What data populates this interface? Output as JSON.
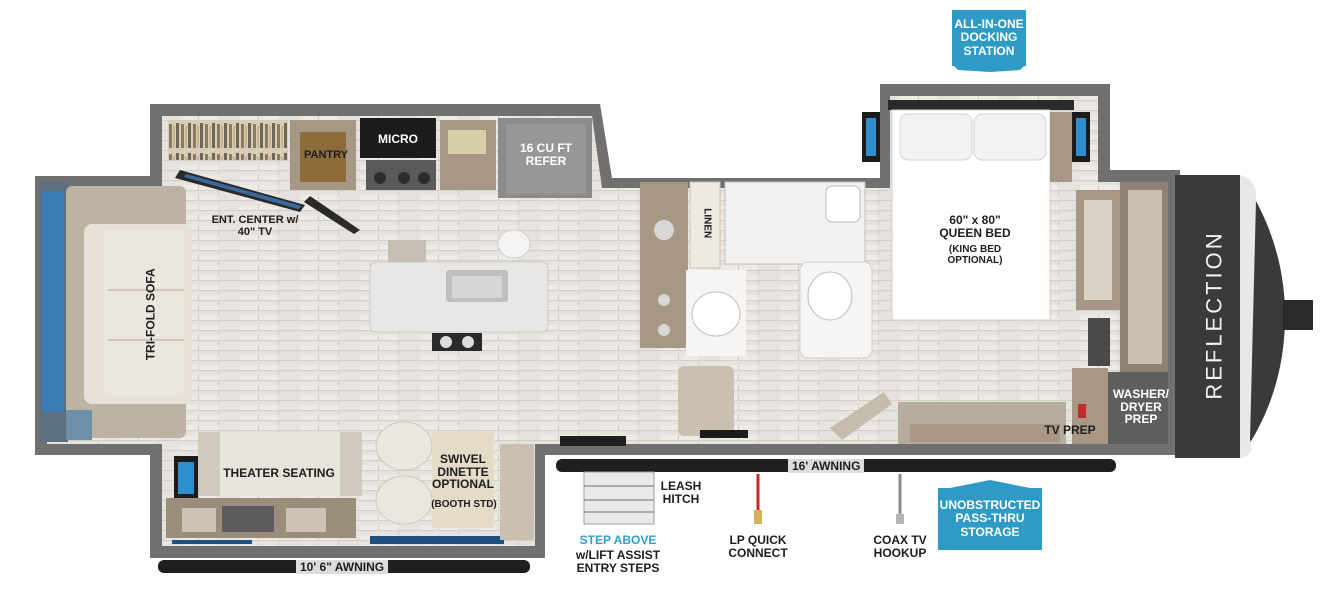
{
  "floorplan": {
    "rooms": {
      "pantry": "PANTRY",
      "micro": "MICRO",
      "refer": "16 CU FT\nREFER",
      "ent_center": "ENT. CENTER w/\n40\" TV",
      "sofa": "TRI-FOLD SOFA",
      "linen": "LINEN",
      "bed": "60\" x 80\"\nQUEEN BED",
      "bed_note": "(KING BED\nOPTIONAL)",
      "theater": "THEATER SEATING",
      "dinette": "SWIVEL\nDINETTE\nOPTIONAL",
      "dinette_note": "(BOOTH STD)",
      "washer": "WASHER/\nDRYER\nPREP",
      "tv_prep": "TV PREP"
    },
    "awnings": {
      "main": "16' AWNING",
      "rear": "10' 6\" AWNING"
    },
    "exterior": {
      "leash": "LEASH\nHITCH",
      "lp": "LP QUICK\nCONNECT",
      "coax": "COAX TV\nHOOKUP",
      "steps_accent": "STEP ABOVE",
      "steps": "w/LIFT ASSIST\nENTRY STEPS"
    },
    "callouts": {
      "docking": "ALL-IN-ONE\nDOCKING\nSTATION",
      "storage": "UNOBSTRUCTED\nPASS-THRU\nSTORAGE"
    },
    "brand": "REFLECTION",
    "colors": {
      "callout": "#2e9bc6",
      "wall": "#6e6e6e",
      "floor": "#e4e1dc",
      "cabinet": "#a69884",
      "cap": "#3c3c3c"
    }
  }
}
